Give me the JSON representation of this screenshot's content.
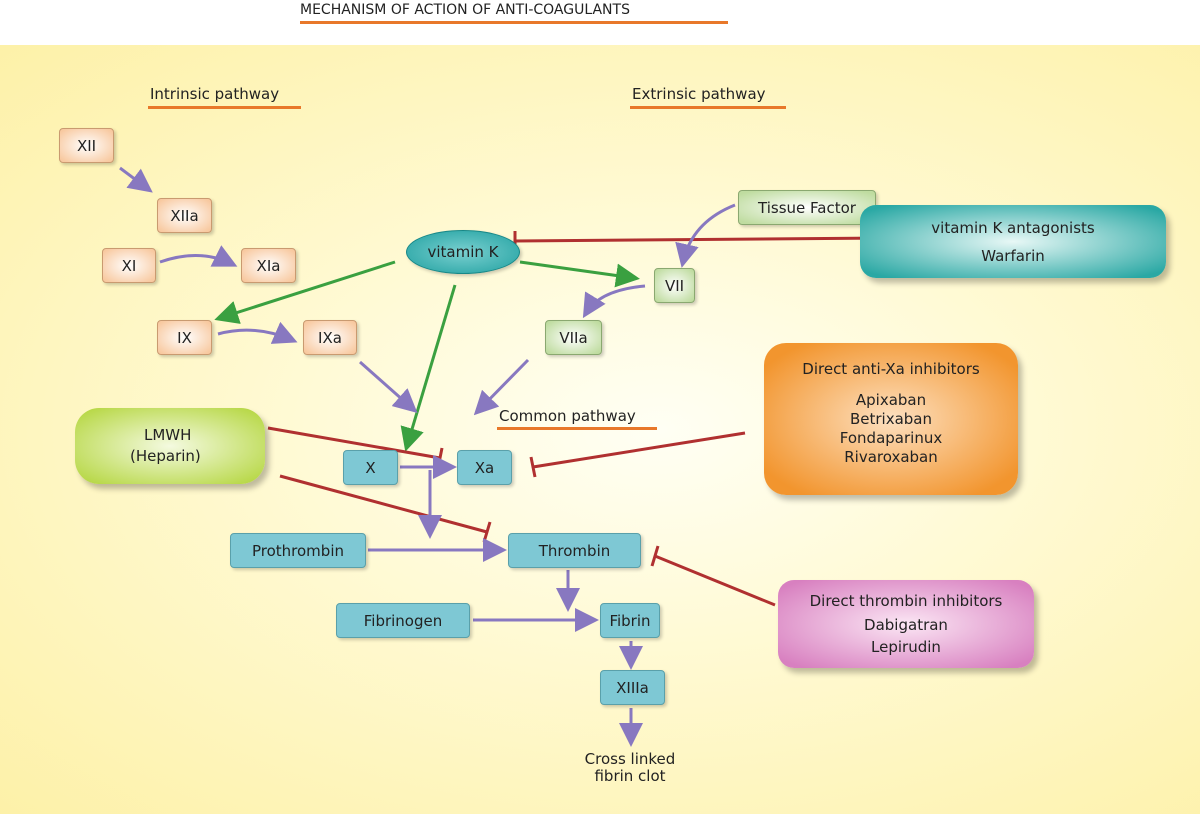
{
  "title": "MECHANISM OF ACTION OF ANTI-COAGULANTS",
  "sections": {
    "intrinsic": "Intrinsic pathway",
    "extrinsic": "Extrinsic pathway",
    "common": "Common pathway"
  },
  "factors": {
    "xii": "XII",
    "xiia": "XIIa",
    "xi": "XI",
    "xia": "XIa",
    "ix": "IX",
    "ixa": "IXa",
    "vitk": "vitamin K",
    "tissue": "Tissue Factor",
    "vii": "VII",
    "viia": "VIIa",
    "x": "X",
    "xa": "Xa",
    "prothrombin": "Prothrombin",
    "thrombin": "Thrombin",
    "fibrinogen": "Fibrinogen",
    "fibrin": "Fibrin",
    "xiiia": "XIIIa",
    "clot1": "Cross linked",
    "clot2": "fibrin clot"
  },
  "drugs": {
    "vka": {
      "title": "vitamin K antagonists",
      "items": [
        "Warfarin"
      ]
    },
    "antixa": {
      "title": "Direct anti-Xa inhibitors",
      "items": [
        "Apixaban",
        "Betrixaban",
        "Fondaparinux",
        "Rivaroxaban"
      ]
    },
    "dti": {
      "title": "Direct thrombin inhibitors",
      "items": [
        "Dabigatran",
        "Lepirudin"
      ]
    },
    "lmwh": {
      "title": "LMWH",
      "items": [
        "(Heparin)"
      ]
    }
  },
  "colors": {
    "activation": "#8878c0",
    "vitamin_k": "#3aa040",
    "inhibition": "#b03030",
    "underline": "#e8782a"
  }
}
